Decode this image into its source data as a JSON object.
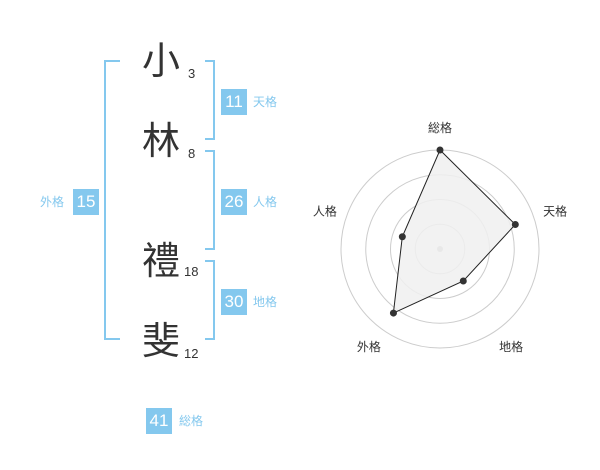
{
  "name": {
    "characters": [
      {
        "char": "小",
        "strokes": "3"
      },
      {
        "char": "林",
        "strokes": "8"
      },
      {
        "char": "禮",
        "strokes": "18"
      },
      {
        "char": "斐",
        "strokes": "12"
      }
    ]
  },
  "fortune": {
    "tenkaku": {
      "value": "11",
      "label": "天格"
    },
    "jinkaku": {
      "value": "26",
      "label": "人格"
    },
    "chikaku": {
      "value": "30",
      "label": "地格"
    },
    "gaikaku": {
      "value": "15",
      "label": "外格"
    },
    "soukaku": {
      "value": "41",
      "label": "総格"
    }
  },
  "colors": {
    "accent": "#84c8ee",
    "text": "#333333",
    "grid": "#cccccc",
    "fill": "#f0f0f0"
  },
  "chart_data": {
    "type": "radar",
    "axes": [
      "総格",
      "天格",
      "地格",
      "外格",
      "人格"
    ],
    "values": [
      5,
      4,
      2,
      4,
      2
    ],
    "max": 5,
    "rings": 4
  }
}
